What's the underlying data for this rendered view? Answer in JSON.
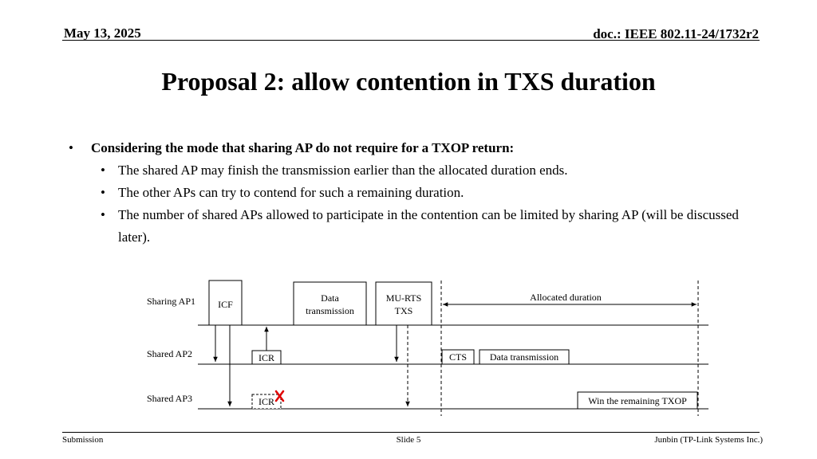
{
  "header": {
    "date": "May 13, 2025",
    "doc": "doc.: IEEE 802.11-24/1732r2"
  },
  "title": "Proposal 2: allow contention in TXS duration",
  "bullets": {
    "main": "Considering the mode that sharing AP do not require for a TXOP return:",
    "sub": [
      "The shared AP may finish the transmission earlier than the allocated duration ends.",
      "The other APs can try to contend for such a remaining duration.",
      "The number of shared APs allowed to participate in the contention can be limited by sharing AP (will be discussed later)."
    ]
  },
  "diagram": {
    "rows": {
      "sharing_ap1": "Sharing AP1",
      "shared_ap2": "Shared AP2",
      "shared_ap3": "Shared AP3"
    },
    "boxes": {
      "icf": "ICF",
      "data_tx_line1": "Data",
      "data_tx_line2": "transmission",
      "murts_line1": "MU-RTS",
      "murts_line2": "TXS",
      "icr_ap2": "ICR",
      "cts": "CTS",
      "data_transmission": "Data transmission",
      "icr_ap3": "ICR",
      "win_remaining": "Win the remaining TXOP"
    },
    "allocated_duration": "Allocated duration",
    "cross_color": "#e00000"
  },
  "footer": {
    "left": "Submission",
    "center": "Slide 5",
    "right": "Junbin (TP-Link Systems Inc.)"
  }
}
